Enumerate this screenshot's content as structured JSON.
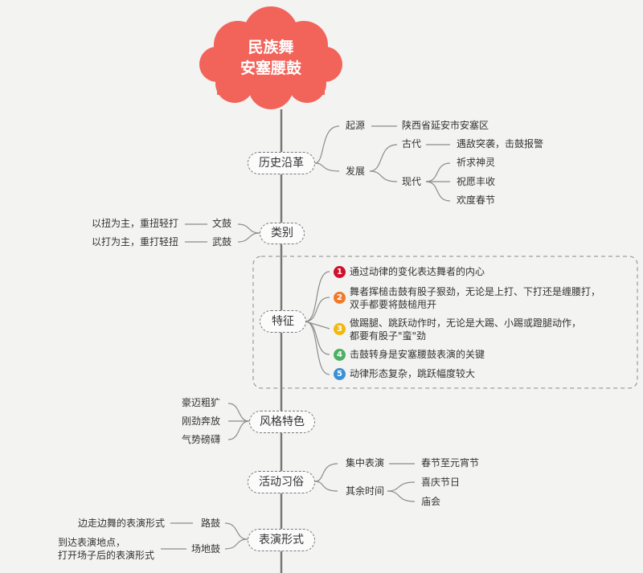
{
  "root": {
    "line1": "民族舞",
    "line2": "安塞腰鼓"
  },
  "history": {
    "label": "历史沿革",
    "origin": {
      "label": "起源",
      "value": "陕西省延安市安塞区"
    },
    "development": {
      "label": "发展",
      "ancient": {
        "label": "古代",
        "value": "遇敌突袭，击鼓报警"
      },
      "modern": {
        "label": "现代",
        "items": [
          "祈求神灵",
          "祝愿丰收",
          "欢度春节"
        ]
      }
    }
  },
  "category": {
    "label": "类别",
    "items": [
      {
        "label": "文鼓",
        "desc": "以扭为主，重扭轻打"
      },
      {
        "label": "武鼓",
        "desc": "以打为主，重打轻扭"
      }
    ]
  },
  "features": {
    "label": "特征",
    "items": [
      {
        "num": "1",
        "color": "#d0112b",
        "lines": [
          "通过动律的变化表达舞者的内心"
        ]
      },
      {
        "num": "2",
        "color": "#f07a2b",
        "lines": [
          "舞者挥槌击鼓有股子狠劲，无论是上打、下打还是缠腰打，",
          "双手都要将鼓槌甩开"
        ]
      },
      {
        "num": "3",
        "color": "#f2b90c",
        "lines": [
          "做踢腿、跳跃动作时，无论是大踢、小踢或蹬腿动作，",
          "都要有股子\"蛮\"劲"
        ]
      },
      {
        "num": "4",
        "color": "#4caf63",
        "lines": [
          "击鼓转身是安塞腰鼓表演的关键"
        ]
      },
      {
        "num": "5",
        "color": "#3a8fd5",
        "lines": [
          "动律形态复杂，跳跃幅度较大"
        ]
      }
    ]
  },
  "style": {
    "label": "风格特色",
    "items": [
      "豪迈粗犷",
      "刚劲奔放",
      "气势磅礴"
    ]
  },
  "custom": {
    "label": "活动习俗",
    "concentrated": {
      "label": "集中表演",
      "value": "春节至元宵节"
    },
    "other": {
      "label": "其余时间",
      "items": [
        "喜庆节日",
        "庙会"
      ]
    }
  },
  "performance": {
    "label": "表演形式",
    "items": [
      {
        "label": "路鼓",
        "lines": [
          "边走边舞的表演形式"
        ]
      },
      {
        "label": "场地鼓",
        "lines": [
          "到达表演地点，",
          "打开场子后的表演形式"
        ]
      }
    ]
  },
  "colors": {
    "root": "#f2635a",
    "line": "#8c8c8c"
  }
}
